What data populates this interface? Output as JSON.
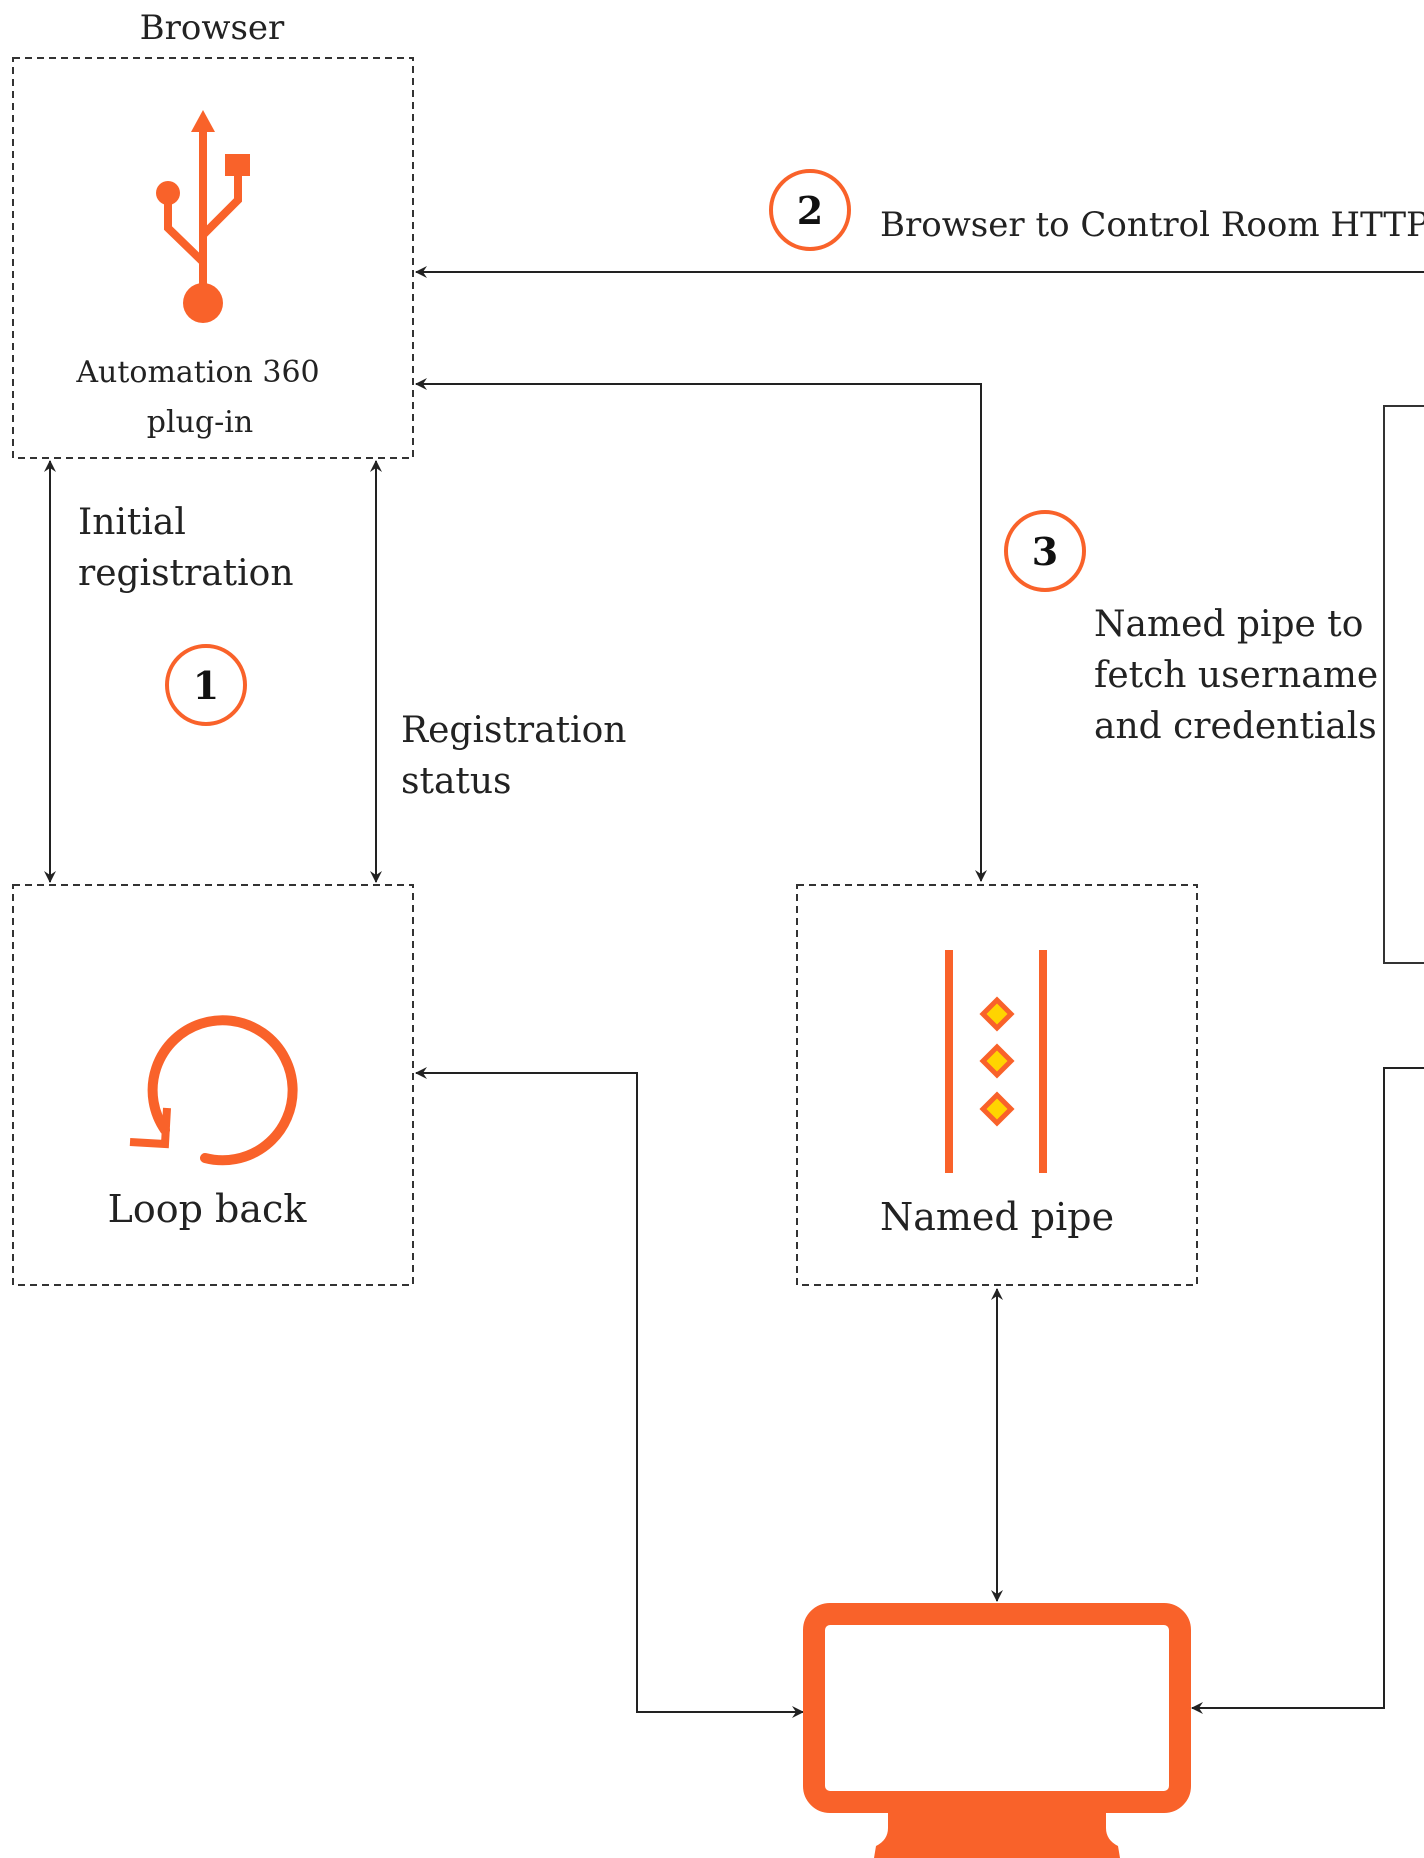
{
  "browser_label": "Browser",
  "plugin_label_line1": "Automation 360",
  "plugin_label_line2": "plug-in",
  "loopback_label": "Loop back",
  "namedpipe_label": "Named pipe",
  "initial_registration_line1": "Initial",
  "initial_registration_line2": "registration",
  "registration_status_line1": "Registration",
  "registration_status_line2": "status",
  "step1": "1",
  "step2": "2",
  "step3": "3",
  "https_label": "Browser to Control Room HTTPS",
  "pipe_desc_line1": "Named pipe to",
  "pipe_desc_line2": "fetch username",
  "pipe_desc_line3": "and credentials",
  "icons": {
    "plugin": "usb-icon",
    "loopback": "loop-arrow-icon",
    "namedpipe": "named-pipe-icon",
    "device": "monitor-icon"
  },
  "colors": {
    "accent": "#f9622a",
    "pipe_dot_fill": "#ffd400"
  }
}
